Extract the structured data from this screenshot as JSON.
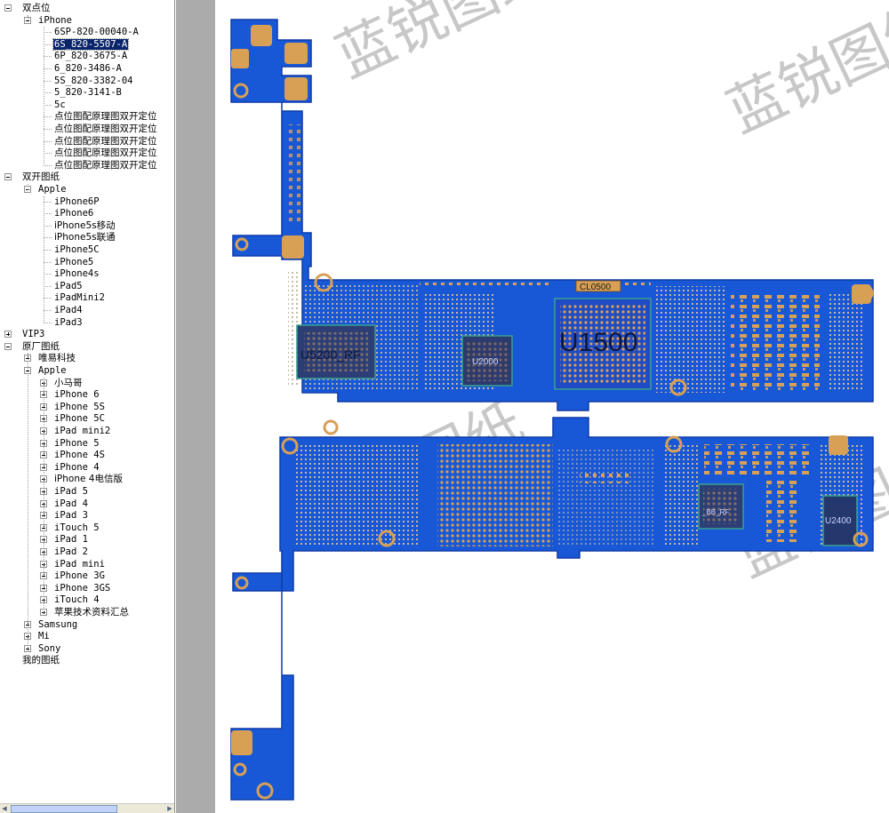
{
  "tree": {
    "items": [
      {
        "label": "双点位",
        "level": 0,
        "state": "open"
      },
      {
        "label": "iPhone",
        "level": 1,
        "state": "open"
      },
      {
        "label": "6SP-820-00040-A",
        "level": 2,
        "state": "leaf"
      },
      {
        "label": "6S_820-5507-A",
        "level": 2,
        "state": "leaf",
        "selected": true
      },
      {
        "label": "6P_820-3675-A",
        "level": 2,
        "state": "leaf"
      },
      {
        "label": "6_820-3486-A",
        "level": 2,
        "state": "leaf"
      },
      {
        "label": "5S_820-3382-04",
        "level": 2,
        "state": "leaf"
      },
      {
        "label": "5_820-3141-B",
        "level": 2,
        "state": "leaf"
      },
      {
        "label": "5c",
        "level": 2,
        "state": "leaf"
      },
      {
        "label": "点位图配原理图双开定位",
        "level": 2,
        "state": "leaf"
      },
      {
        "label": "点位图配原理图双开定位",
        "level": 2,
        "state": "leaf"
      },
      {
        "label": "点位图配原理图双开定位",
        "level": 2,
        "state": "leaf"
      },
      {
        "label": "点位图配原理图双开定位",
        "level": 2,
        "state": "leaf"
      },
      {
        "label": "点位图配原理图双开定位",
        "level": 2,
        "state": "leaf"
      },
      {
        "label": "双开图纸",
        "level": 0,
        "state": "open"
      },
      {
        "label": "Apple",
        "level": 1,
        "state": "open"
      },
      {
        "label": "iPhone6P",
        "level": 2,
        "state": "leaf"
      },
      {
        "label": "iPhone6",
        "level": 2,
        "state": "leaf"
      },
      {
        "label": "iPhone5s移动",
        "level": 2,
        "state": "leaf"
      },
      {
        "label": "iPhone5s联通",
        "level": 2,
        "state": "leaf"
      },
      {
        "label": "iPhone5C",
        "level": 2,
        "state": "leaf"
      },
      {
        "label": "iPhone5",
        "level": 2,
        "state": "leaf"
      },
      {
        "label": "iPhone4s",
        "level": 2,
        "state": "leaf"
      },
      {
        "label": "iPad5",
        "level": 2,
        "state": "leaf"
      },
      {
        "label": "iPadMini2",
        "level": 2,
        "state": "leaf"
      },
      {
        "label": "iPad4",
        "level": 2,
        "state": "leaf"
      },
      {
        "label": "iPad3",
        "level": 2,
        "state": "leaf"
      },
      {
        "label": "VIP3",
        "level": 0,
        "state": "closed"
      },
      {
        "label": "原厂图纸",
        "level": 0,
        "state": "open"
      },
      {
        "label": "唯易科技",
        "level": 1,
        "state": "closed"
      },
      {
        "label": "Apple",
        "level": 1,
        "state": "open"
      },
      {
        "label": "小马哥",
        "level": 2,
        "state": "closed"
      },
      {
        "label": "iPhone 6",
        "level": 2,
        "state": "closed"
      },
      {
        "label": "iPhone 5S",
        "level": 2,
        "state": "closed"
      },
      {
        "label": "iPhone 5C",
        "level": 2,
        "state": "closed"
      },
      {
        "label": "iPad mini2",
        "level": 2,
        "state": "closed"
      },
      {
        "label": "iPhone 5",
        "level": 2,
        "state": "closed"
      },
      {
        "label": "iPhone 4S",
        "level": 2,
        "state": "closed"
      },
      {
        "label": "iPhone 4",
        "level": 2,
        "state": "closed"
      },
      {
        "label": "iPhone 4电信版",
        "level": 2,
        "state": "closed"
      },
      {
        "label": "iPad 5",
        "level": 2,
        "state": "closed"
      },
      {
        "label": "iPad 4",
        "level": 2,
        "state": "closed"
      },
      {
        "label": "iPad 3",
        "level": 2,
        "state": "closed"
      },
      {
        "label": "iTouch 5",
        "level": 2,
        "state": "closed"
      },
      {
        "label": "iPad 1",
        "level": 2,
        "state": "closed"
      },
      {
        "label": "iPad 2",
        "level": 2,
        "state": "closed"
      },
      {
        "label": "iPad mini",
        "level": 2,
        "state": "closed"
      },
      {
        "label": "iPhone 3G",
        "level": 2,
        "state": "closed"
      },
      {
        "label": "iPhone 3GS",
        "level": 2,
        "state": "closed"
      },
      {
        "label": "iTouch 4",
        "level": 2,
        "state": "closed"
      },
      {
        "label": "苹果技术资料汇总",
        "level": 2,
        "state": "closed"
      },
      {
        "label": "Samsung",
        "level": 1,
        "state": "closed"
      },
      {
        "label": "Mi",
        "level": 1,
        "state": "closed"
      },
      {
        "label": "Sony",
        "level": 1,
        "state": "closed"
      },
      {
        "label": "我的图纸",
        "level": 0,
        "state": "leaf"
      }
    ]
  },
  "board": {
    "labels": {
      "u1500": "U1500",
      "u5200": "U5200_RF",
      "u2000": "U2000",
      "cl0500": "CL0500",
      "u_rf": "_BB_RF",
      "u2400": "U2400"
    },
    "watermark": "蓝锐图纸",
    "colors": {
      "pcb": "#1858d6",
      "pad": "#d8a055",
      "edge": "#0e3aa8",
      "dark": "#0c2f8a"
    }
  },
  "icons": {
    "scroll_left": "left-arrow-icon",
    "scroll_right": "right-arrow-icon",
    "expander": "tree-expander-icon"
  }
}
